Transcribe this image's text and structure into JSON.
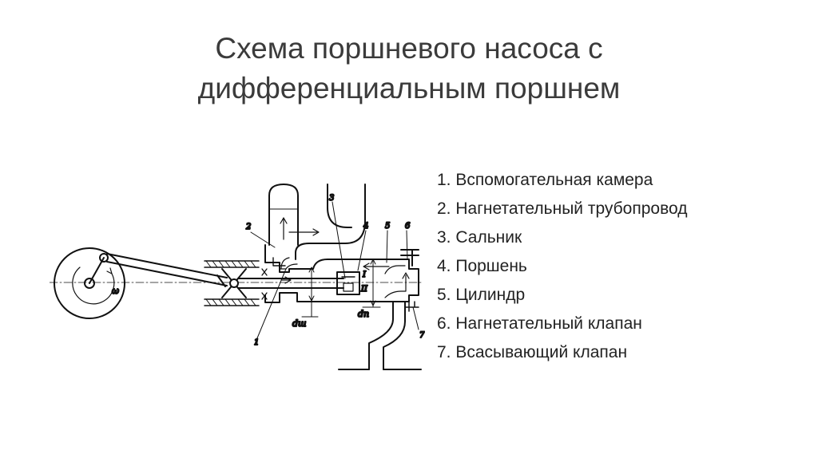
{
  "slide": {
    "title_line1": "Схема поршневого насоса с",
    "title_line2": "дифференциальным поршнем"
  },
  "legend": [
    {
      "num": "1.",
      "text": "Вспомогательная камера"
    },
    {
      "num": "2.",
      "text": "Нагнетательный трубопровод"
    },
    {
      "num": "3.",
      "text": "Сальник"
    },
    {
      "num": "4.",
      "text": "Поршень"
    },
    {
      "num": "5.",
      "text": "Цилиндр"
    },
    {
      "num": "6.",
      "text": "Нагнетательный клапан"
    },
    {
      "num": "7.",
      "text": "Всасывающий клапан"
    }
  ],
  "diagram": {
    "callouts": [
      "1",
      "2",
      "3",
      "4",
      "5",
      "6",
      "7"
    ],
    "omega": "ω",
    "chamber_I": "I",
    "chamber_II": "II",
    "d_sh": "dш",
    "d_p": "dп"
  }
}
